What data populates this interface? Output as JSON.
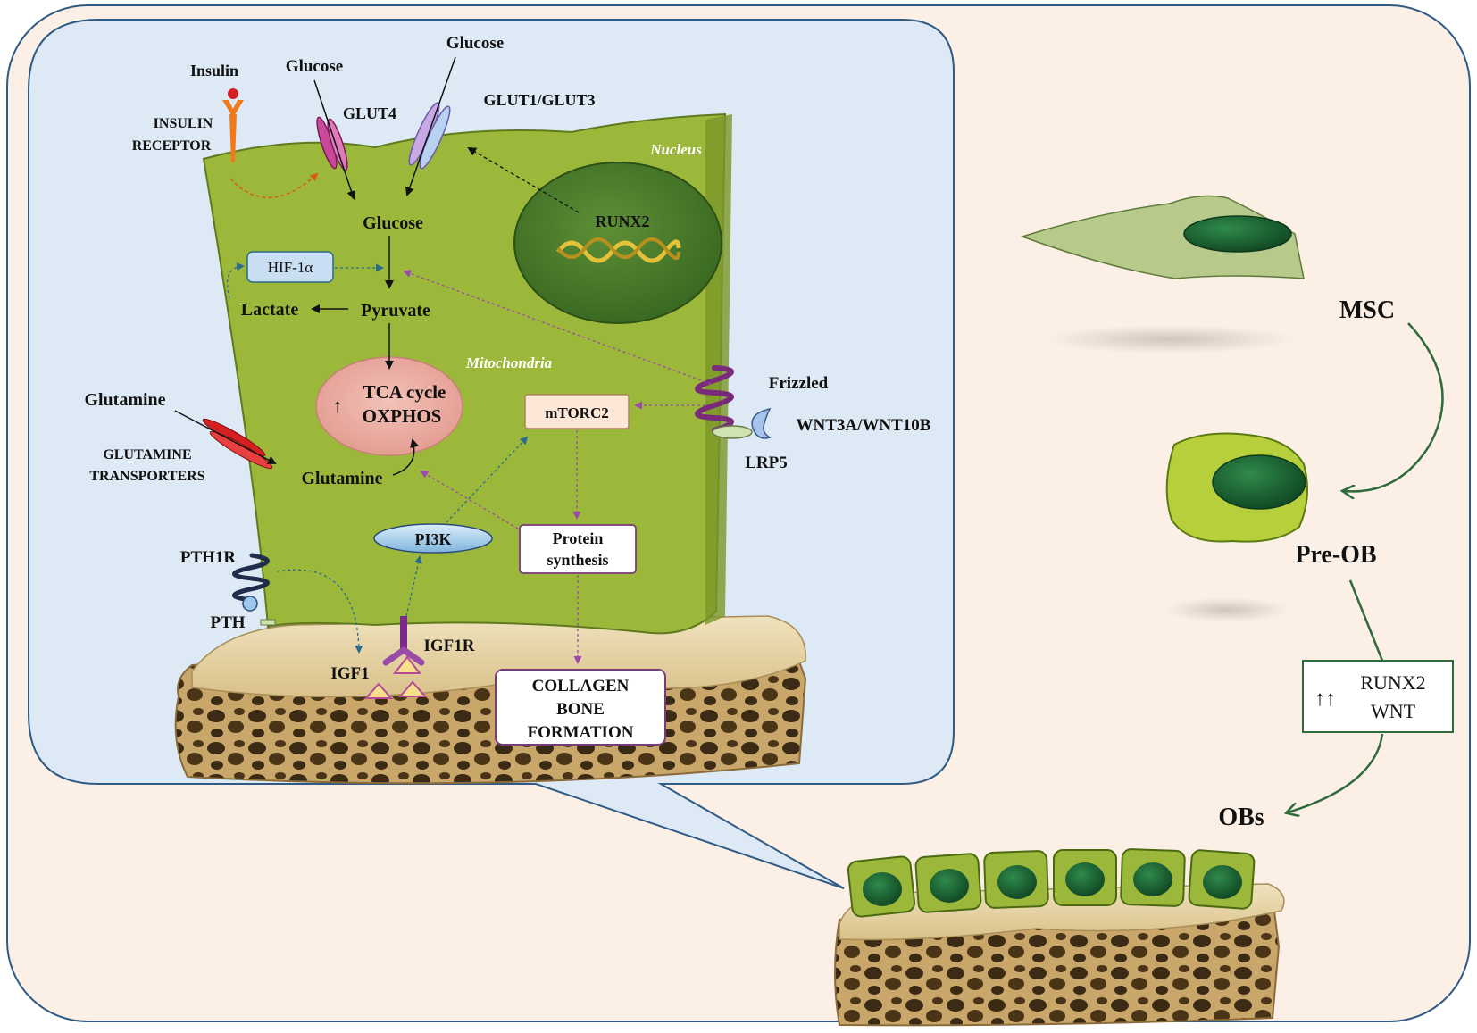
{
  "labels": {
    "insulin": "Insulin",
    "insulin_receptor_1": "INSULIN",
    "insulin_receptor_2": "RECEPTOR",
    "glucose_glut4": "Glucose",
    "glucose_glut13": "Glucose",
    "glut4": "GLUT4",
    "glut1_glut3": "GLUT1/GLUT3",
    "nucleus": "Nucleus",
    "runx2_nucleus": "RUNX2",
    "glucose_inside": "Glucose",
    "hif1a": "HIF-1α",
    "lactate": "Lactate",
    "pyruvate": "Pyruvate",
    "mitochondria": "Mitochondria",
    "tca_cycle": "TCA cycle",
    "tca_arrow": "↑",
    "oxphos": "OXPHOS",
    "glutamine_outside": "Glutamine",
    "glutamine_transporters_1": "GLUTAMINE",
    "glutamine_transporters_2": "TRANSPORTERS",
    "glutamine_inside": "Glutamine",
    "mtorc2": "mTORC2",
    "frizzled": "Frizzled",
    "wnt": "WNT3A/WNT10B",
    "lrp5": "LRP5",
    "pi3k": "PI3K",
    "protein_1": "Protein",
    "protein_2": "synthesis",
    "pth1r": "PTH1R",
    "pth": "PTH",
    "igf1r": "IGF1R",
    "igf1": "IGF1",
    "collagen_1": "COLLAGEN",
    "collagen_2": "BONE",
    "collagen_3": "FORMATION",
    "msc": "MSC",
    "pre_ob": "Pre-OB",
    "runx2_box": "RUNX2",
    "wnt_box": "WNT",
    "up_arrows": "↑↑",
    "obs": "OBs"
  },
  "colors": {
    "outer_bg": "#fcefe6",
    "inset_bg": "#dde9f5",
    "inset_border": "#2f5b85",
    "cell_fill": "#9cb83a",
    "nucleus_fill": "#4a7a2c",
    "mito_fill": "#eaa9a0",
    "bone": "#e7d5a8",
    "arrow_dark": "#111111",
    "arrow_blue": "#2a6a8a",
    "arrow_purple": "#9a4aa8",
    "arrow_orange": "#d85a1a",
    "cascade_green": "#2d6b3b",
    "msc_fill": "#b7c98b",
    "preob_fill": "#b6cf3a",
    "cell_nucleus": "#1e6b3a"
  }
}
